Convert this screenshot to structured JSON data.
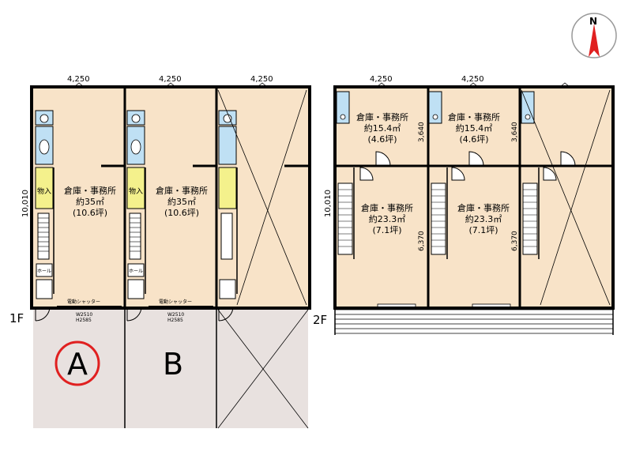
{
  "compass": {
    "label": "N"
  },
  "floor1": {
    "label": "1F",
    "dims": {
      "top": [
        "4,250",
        "4,250",
        "4,250"
      ],
      "side": "10,010"
    },
    "units": [
      {
        "room": {
          "line1": "倉庫・事務所",
          "line2": "約35㎡",
          "line3": "(10.6坪)"
        },
        "storage": "物入",
        "hall": "ホール",
        "shutter": "電動シャッター",
        "opening": [
          "W2510",
          "H2585"
        ],
        "parking": "A",
        "parking_circled": true
      },
      {
        "room": {
          "line1": "倉庫・事務所",
          "line2": "約35㎡",
          "line3": "(10.6坪)"
        },
        "storage": "物入",
        "hall": "ホール",
        "shutter": "電動シャッター",
        "opening": [
          "W2510",
          "H2585"
        ],
        "parking": "B",
        "parking_circled": false
      }
    ]
  },
  "floor2": {
    "label": "2F",
    "dims": {
      "top": [
        "4,250",
        "4,250"
      ],
      "side": "10,010",
      "front_rooms": "3,640",
      "rear_rooms": "6,370"
    },
    "units": [
      {
        "front": {
          "line1": "倉庫・事務所",
          "line2": "約15.4㎡",
          "line3": "(4.6坪)"
        },
        "rear": {
          "line1": "倉庫・事務所",
          "line2": "約23.3㎡",
          "line3": "(7.1坪)"
        }
      },
      {
        "front": {
          "line1": "倉庫・事務所",
          "line2": "約15.4㎡",
          "line3": "(4.6坪)"
        },
        "rear": {
          "line1": "倉庫・事務所",
          "line2": "約23.3㎡",
          "line3": "(7.1坪)"
        }
      }
    ]
  },
  "colors": {
    "room": "#f8e3c8",
    "wall": "#000000",
    "toilet": "#bfe0f4",
    "storage": "#f4f18c",
    "parking": "#e8e1df",
    "circle": "#e02020"
  }
}
